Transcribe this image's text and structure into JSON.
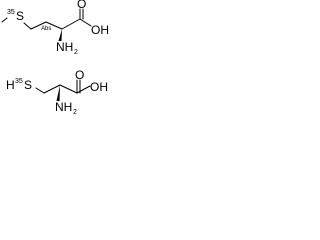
{
  "molecules": [
    {
      "name": "methionine",
      "labels": {
        "isotope": "35",
        "sulfur": "S",
        "stereo": "Abs",
        "oxygen": "O",
        "hydroxyl": "OH",
        "amine": "NH",
        "amine_subscript": "2"
      }
    },
    {
      "name": "cysteine",
      "labels": {
        "hydrogen": "H",
        "isotope": "35",
        "sulfur": "S",
        "oxygen": "O",
        "hydroxyl": "OH",
        "amine": "NH",
        "amine_subscript": "2"
      }
    }
  ],
  "colors": {
    "ink": "#000000",
    "background": "#ffffff"
  }
}
